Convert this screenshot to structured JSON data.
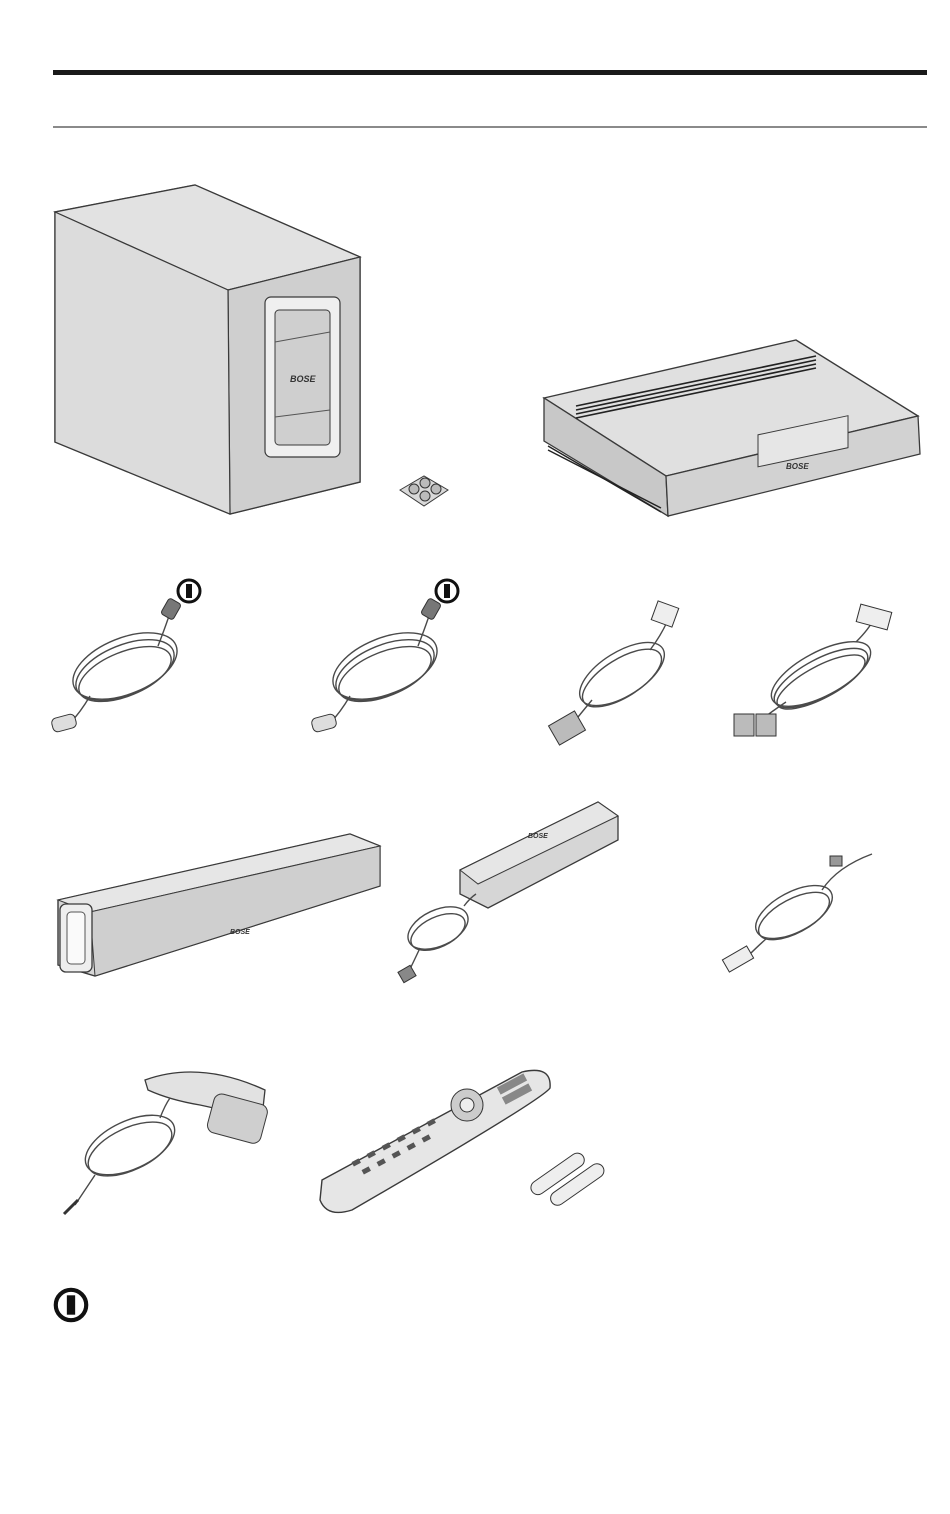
{
  "page": {
    "brand_mark": "BOSE",
    "footnote_mark": "region-specific-icon"
  },
  "items": [
    {
      "name": "bass-module",
      "icon": "bass-module-illustration"
    },
    {
      "name": "rubber-feet",
      "icon": "rubber-feet-illustration"
    },
    {
      "name": "console",
      "icon": "console-illustration"
    },
    {
      "name": "power-cord-1",
      "icon": "power-cord-illustration",
      "marked": true
    },
    {
      "name": "power-cord-2",
      "icon": "power-cord-illustration",
      "marked": true
    },
    {
      "name": "hdmi-cable",
      "icon": "hdmi-cable-illustration"
    },
    {
      "name": "speaker-cable",
      "icon": "speaker-cable-illustration"
    },
    {
      "name": "soundbar",
      "icon": "soundbar-illustration"
    },
    {
      "name": "power-supply",
      "icon": "power-supply-illustration"
    },
    {
      "name": "usb-cable",
      "icon": "usb-cable-illustration"
    },
    {
      "name": "headset",
      "icon": "adapt-iq-headset-illustration"
    },
    {
      "name": "remote-control",
      "icon": "universal-remote-illustration"
    },
    {
      "name": "batteries",
      "icon": "aa-batteries-illustration"
    }
  ],
  "colors": {
    "line": "#3a3a3a",
    "body_fill": "#d9d9d9",
    "body_light": "#e8e8e8",
    "body_dark": "#b5b5b5",
    "cable": "#4a4a4a"
  }
}
